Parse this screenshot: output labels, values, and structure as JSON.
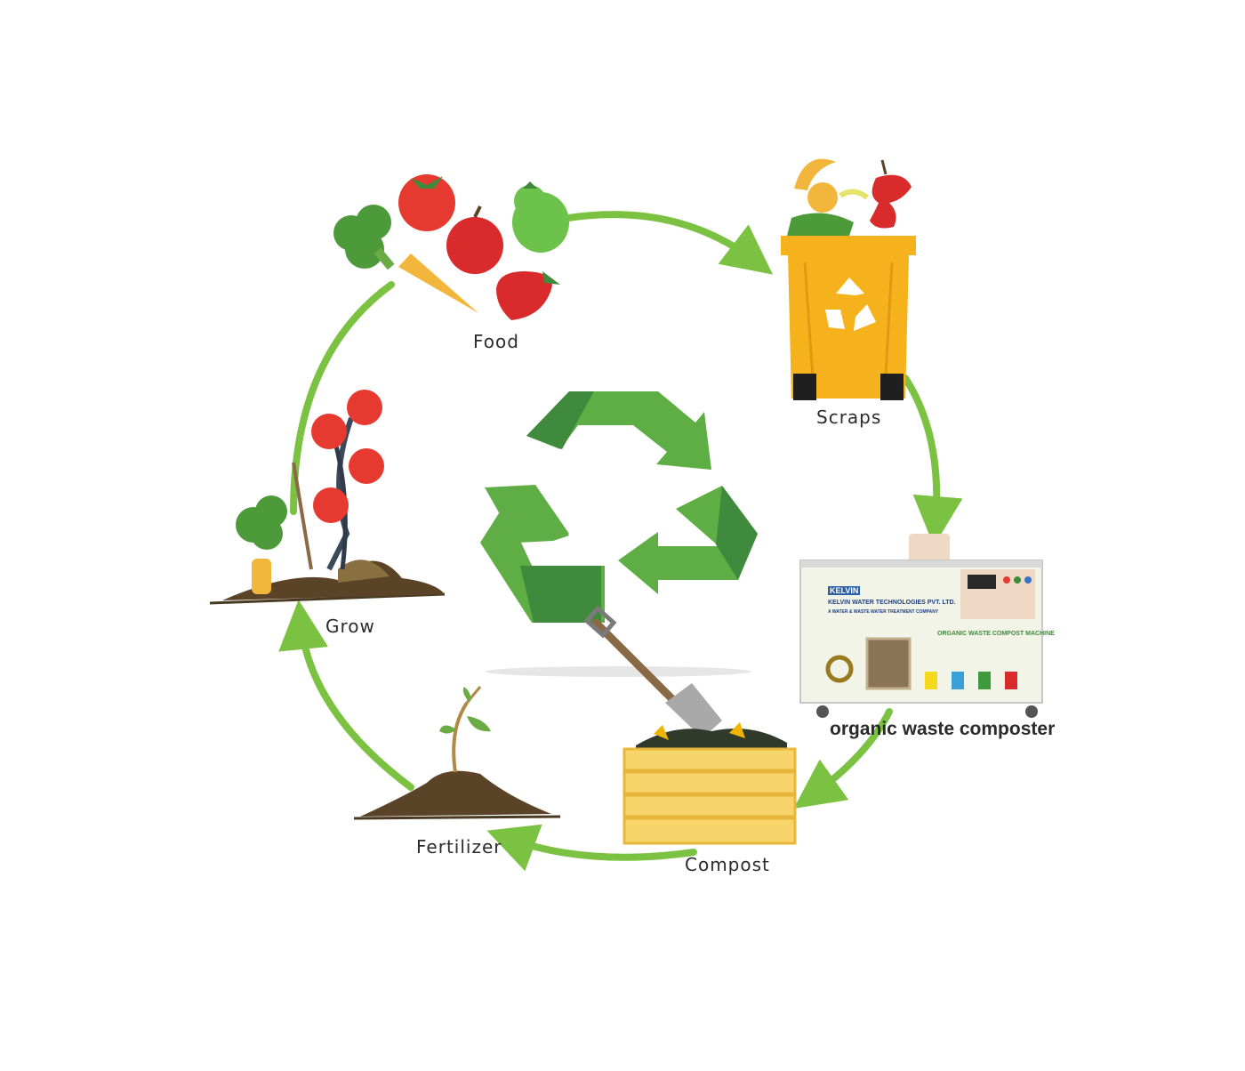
{
  "cycle": {
    "food": "Food",
    "scraps": "Scraps",
    "composter": "organic waste composter",
    "compost": "Compost",
    "fertilizer": "Fertilizer",
    "grow": "Grow"
  },
  "machine": {
    "brand": "KELVIN",
    "company": "KELVIN WATER TECHNOLOGIES PVT. LTD.",
    "tagline": "A WATER & WASTE WATER TREATMENT COMPANY",
    "product": "ORGANIC WASTE COMPOST MACHINE"
  },
  "colors": {
    "cycle_arrow": "#7cc242",
    "recycle_light": "#5fae45",
    "recycle_dark": "#3f8a3c",
    "bin_yellow": "#f5b21c",
    "crate_yellow": "#f8d56a",
    "soil": "#5a4326"
  }
}
